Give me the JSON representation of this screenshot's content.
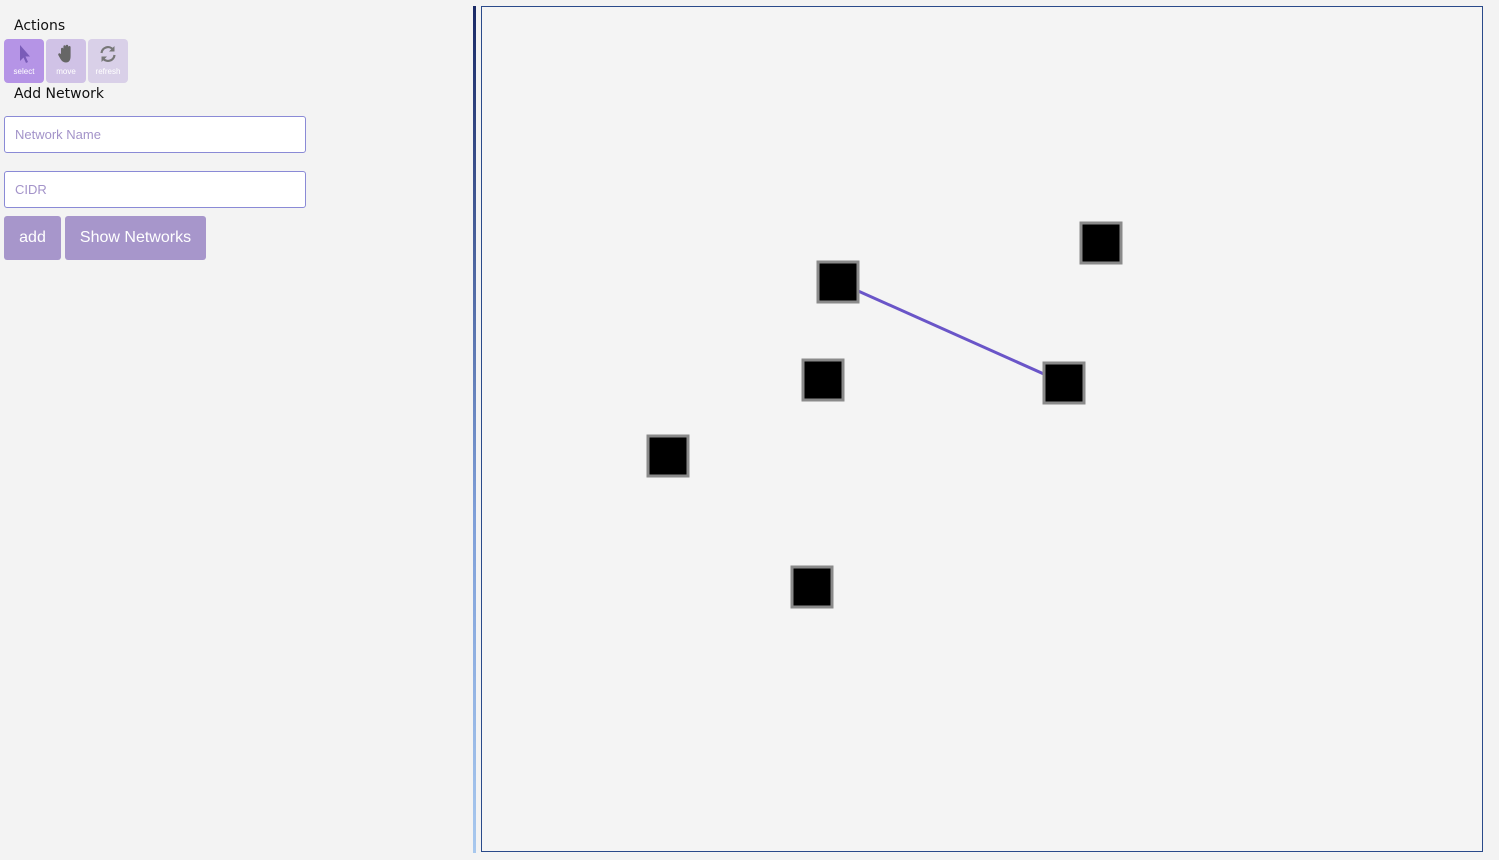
{
  "sidebar": {
    "actions_heading": "Actions",
    "actions": [
      {
        "name": "select",
        "label": "select",
        "icon": "cursor-icon",
        "active": true
      },
      {
        "name": "move",
        "label": "move",
        "icon": "hand-icon",
        "active": false
      },
      {
        "name": "refresh",
        "label": "refresh",
        "icon": "refresh-icon",
        "active": false
      }
    ],
    "add_network_heading": "Add Network",
    "network_name": {
      "value": "",
      "placeholder": "Network Name"
    },
    "cidr": {
      "value": "",
      "placeholder": "CIDR"
    },
    "add_label": "add",
    "show_networks_label": "Show Networks"
  },
  "canvas": {
    "node_fill": "#000000",
    "node_border": "#8a8a8a",
    "edge_color": "#6a55c8",
    "node_count": 6,
    "edge_count": 1
  }
}
